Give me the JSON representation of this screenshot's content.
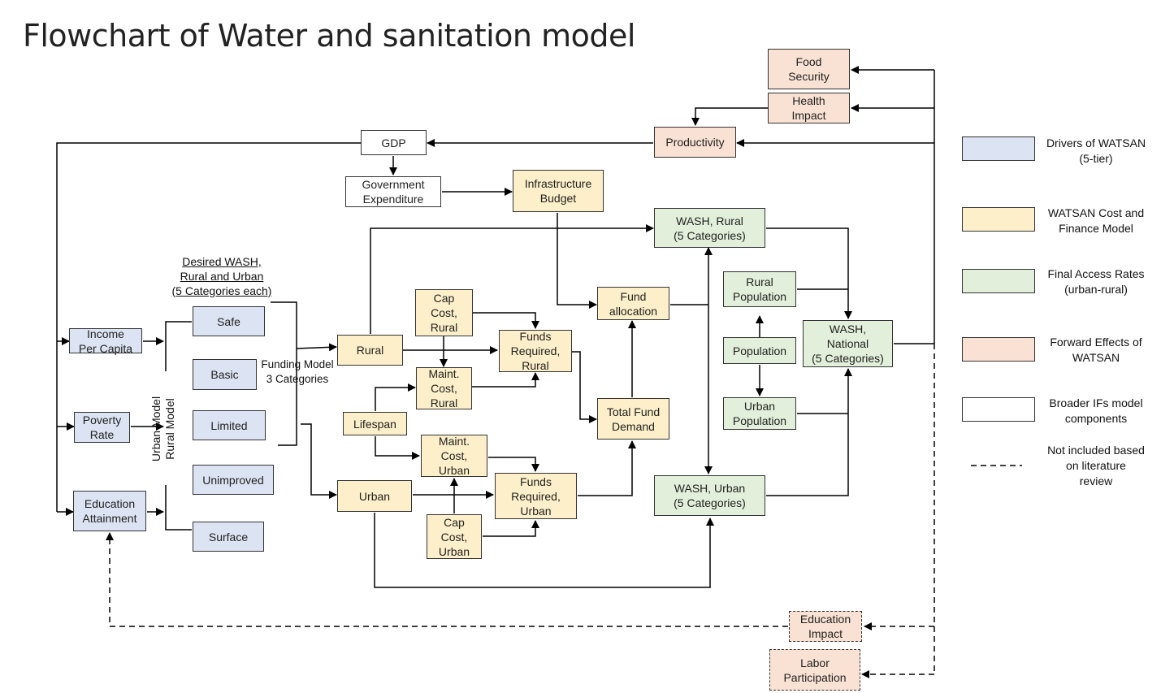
{
  "title": "Flowchart of Water and sanitation model",
  "nodes": {
    "food_security": "Food\nSecurity",
    "health_impact": "Health\nImpact",
    "productivity": "Productivity",
    "gdp": "GDP",
    "gov_expenditure": "Government\nExpenditure",
    "infra_budget": "Infrastructure\nBudget",
    "wash_rural": "WASH, Rural\n(5 Categories)",
    "wash_urban": "WASH, Urban\n(5 Categories)",
    "wash_national": "WASH,\nNational\n(5 Categories)",
    "rural_population": "Rural\nPopulation",
    "population": "Population",
    "urban_population": "Urban\nPopulation",
    "fund_allocation": "Fund\nallocation",
    "total_fund_demand": "Total Fund\nDemand",
    "cap_cost_rural": "Cap\nCost,\nRural",
    "maint_cost_rural": "Maint.\nCost,\nRural",
    "maint_cost_urban": "Maint.\nCost,\nUrban",
    "cap_cost_urban": "Cap\nCost,\nUrban",
    "funds_req_rural": "Funds\nRequired,\nRural",
    "funds_req_urban": "Funds\nRequired,\nUrban",
    "lifespan": "Lifespan",
    "rural": "Rural",
    "urban": "Urban",
    "income_per_capita": "Income\nPer Capita",
    "poverty_rate": "Poverty\nRate",
    "education_attainment": "Education\nAttainment",
    "safe": "Safe",
    "basic": "Basic",
    "limited": "Limited",
    "unimproved": "Unimproved",
    "surface": "Surface",
    "education_impact": "Education\nImpact",
    "labor_participation": "Labor\nParticipation"
  },
  "labels": {
    "desired_wash": "Desired WASH,\nRural and Urban\n(5 Categories each)",
    "funding_model": "Funding Model\n3 Categories",
    "urban_rural_model": "Urban Model\nRural Model"
  },
  "legend": [
    {
      "text": "Drivers of WATSAN\n(5-tier)",
      "color": "#dce3f2"
    },
    {
      "text": "WATSAN Cost and\nFinance Model",
      "color": "#fcefc9"
    },
    {
      "text": "Final Access Rates\n(urban-rural)",
      "color": "#e2efda"
    },
    {
      "text": "Forward Effects of\nWATSAN",
      "color": "#f9e2d3"
    },
    {
      "text": "Broader IFs model\ncomponents",
      "color": "#ffffff"
    }
  ],
  "legend_dashed": "Not included based\non literature\nreview"
}
